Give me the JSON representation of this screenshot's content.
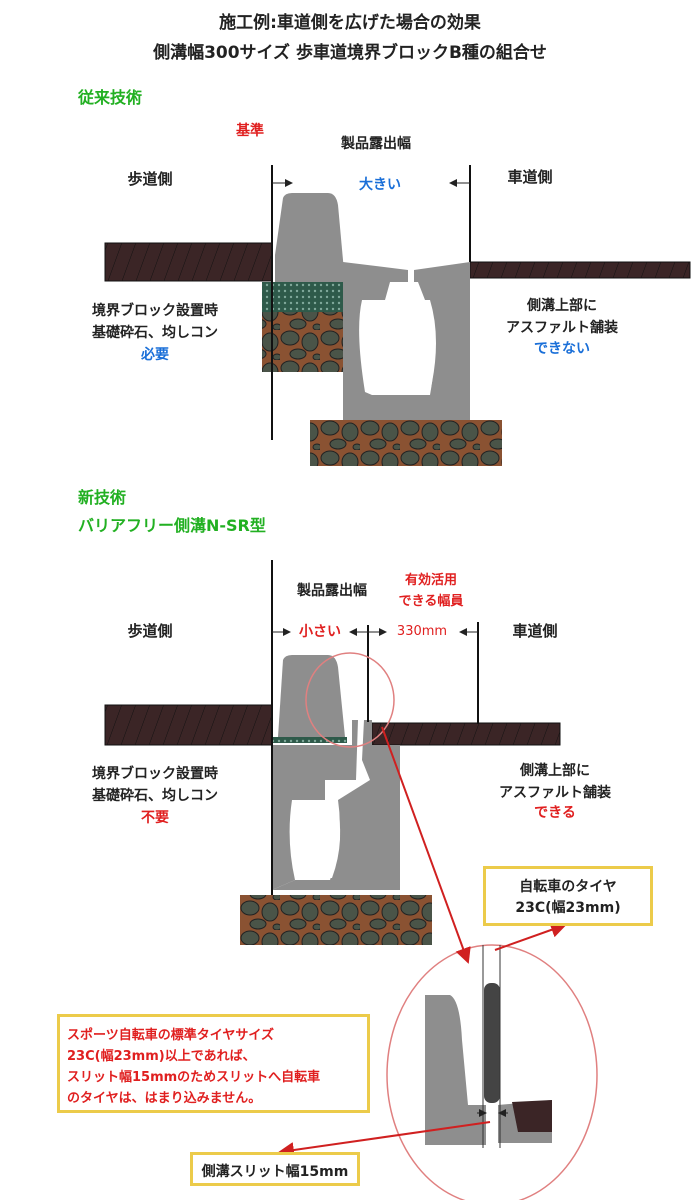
{
  "title": {
    "line1": "施工例:車道側を広げた場合の効果",
    "line2": "側溝幅300サイズ  歩車道境界ブロックB種の組合せ"
  },
  "conventional": {
    "heading": "従来技術",
    "reference_label": "基準",
    "exposure_label": "製品露出幅",
    "exposure_value": "大きい",
    "sidewalk_side": "歩道側",
    "roadway_side": "車道側",
    "left_note": [
      "境界ブロック設置時",
      "基礎砕石、均しコン",
      "必要"
    ],
    "right_note": [
      "側溝上部に",
      "アスファルト舗装",
      "できない"
    ]
  },
  "new_tech": {
    "heading": "新技術",
    "product": "バリアフリー側溝N-SR型",
    "exposure_label": "製品露出幅",
    "effective_label": [
      "有効活用",
      "できる幅員"
    ],
    "exposure_value": "小さい",
    "effective_value": "330mm",
    "sidewalk_side": "歩道側",
    "roadway_side": "車道側",
    "left_note": [
      "境界ブロック設置時",
      "基礎砕石、均しコン",
      "不要"
    ],
    "right_note": [
      "側溝上部に",
      "アスファルト舗装",
      "できる"
    ]
  },
  "callouts": {
    "tire": [
      "自転車のタイヤ",
      "23C(幅23mm)"
    ],
    "explanation": [
      "スポーツ自転車の標準タイヤサイズ",
      "23C(幅23mm)以上であれば、",
      "スリット幅15mmのためスリットへ自転車",
      "のタイヤは、はまり込みません。"
    ],
    "slit": "側溝スリット幅15mm"
  },
  "colors": {
    "asphalt": "#3b2526",
    "concrete": "#8e8e8e",
    "gravel_bg": "#8a5232",
    "stone": "#4a5448",
    "accent_red": "#e02020",
    "accent_green": "#22b022",
    "accent_blue": "#1a6fd8",
    "box_border": "#eccb4a"
  }
}
